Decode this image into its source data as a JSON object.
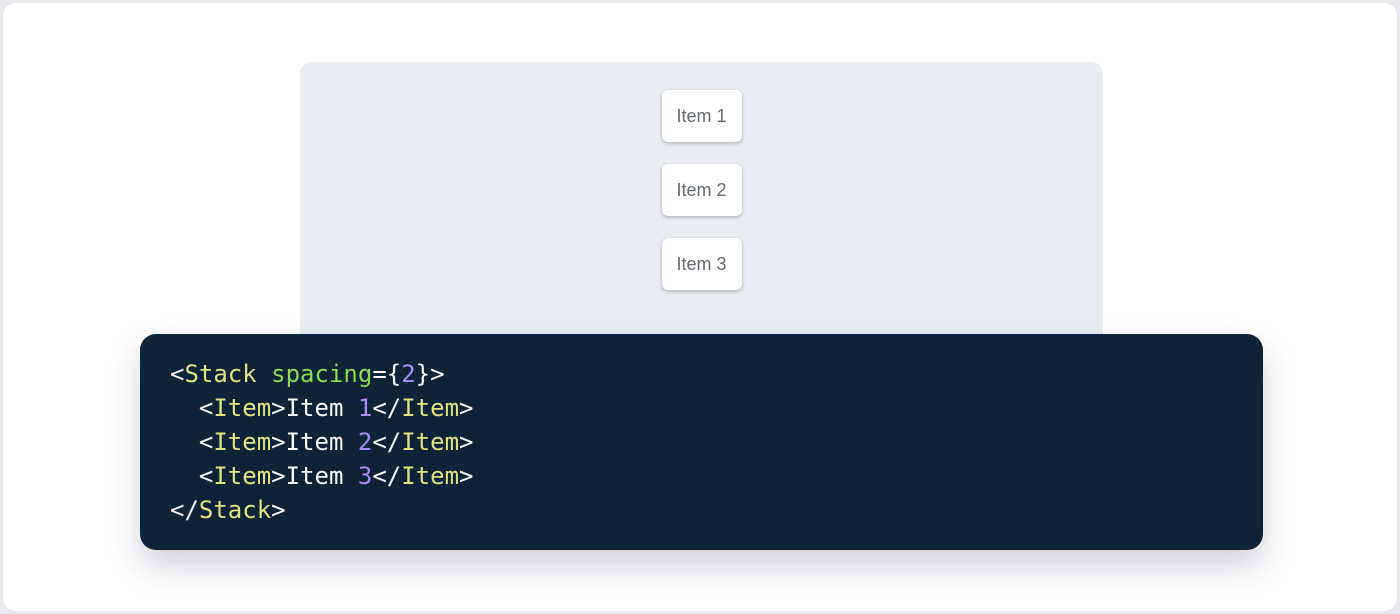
{
  "page": {
    "outer_background": "#e7e9ec",
    "card_background": "#ffffff"
  },
  "demo": {
    "panel_background": "#e9edf2",
    "item_text_color": "#63696e",
    "items": [
      {
        "label": "Item 1"
      },
      {
        "label": "Item 2"
      },
      {
        "label": "Item 3"
      }
    ]
  },
  "code": {
    "background": "#0e2238",
    "colors": {
      "plain": "#f8fafc",
      "tag": "#e2e181",
      "attr": "#8cdb52",
      "number": "#a98bf5"
    },
    "lines": [
      [
        {
          "t": "<",
          "c": "plain"
        },
        {
          "t": "Stack",
          "c": "tag"
        },
        {
          "t": " ",
          "c": "plain"
        },
        {
          "t": "spacing",
          "c": "attr"
        },
        {
          "t": "={",
          "c": "plain"
        },
        {
          "t": "2",
          "c": "number"
        },
        {
          "t": "}>",
          "c": "plain"
        }
      ],
      [
        {
          "t": "  <",
          "c": "plain"
        },
        {
          "t": "Item",
          "c": "tag"
        },
        {
          "t": ">",
          "c": "plain"
        },
        {
          "t": "Item ",
          "c": "plain"
        },
        {
          "t": "1",
          "c": "number"
        },
        {
          "t": "</",
          "c": "plain"
        },
        {
          "t": "Item",
          "c": "tag"
        },
        {
          "t": ">",
          "c": "plain"
        }
      ],
      [
        {
          "t": "  <",
          "c": "plain"
        },
        {
          "t": "Item",
          "c": "tag"
        },
        {
          "t": ">",
          "c": "plain"
        },
        {
          "t": "Item ",
          "c": "plain"
        },
        {
          "t": "2",
          "c": "number"
        },
        {
          "t": "</",
          "c": "plain"
        },
        {
          "t": "Item",
          "c": "tag"
        },
        {
          "t": ">",
          "c": "plain"
        }
      ],
      [
        {
          "t": "  <",
          "c": "plain"
        },
        {
          "t": "Item",
          "c": "tag"
        },
        {
          "t": ">",
          "c": "plain"
        },
        {
          "t": "Item ",
          "c": "plain"
        },
        {
          "t": "3",
          "c": "number"
        },
        {
          "t": "</",
          "c": "plain"
        },
        {
          "t": "Item",
          "c": "tag"
        },
        {
          "t": ">",
          "c": "plain"
        }
      ],
      [
        {
          "t": "</",
          "c": "plain"
        },
        {
          "t": "Stack",
          "c": "tag"
        },
        {
          "t": ">",
          "c": "plain"
        }
      ]
    ]
  }
}
